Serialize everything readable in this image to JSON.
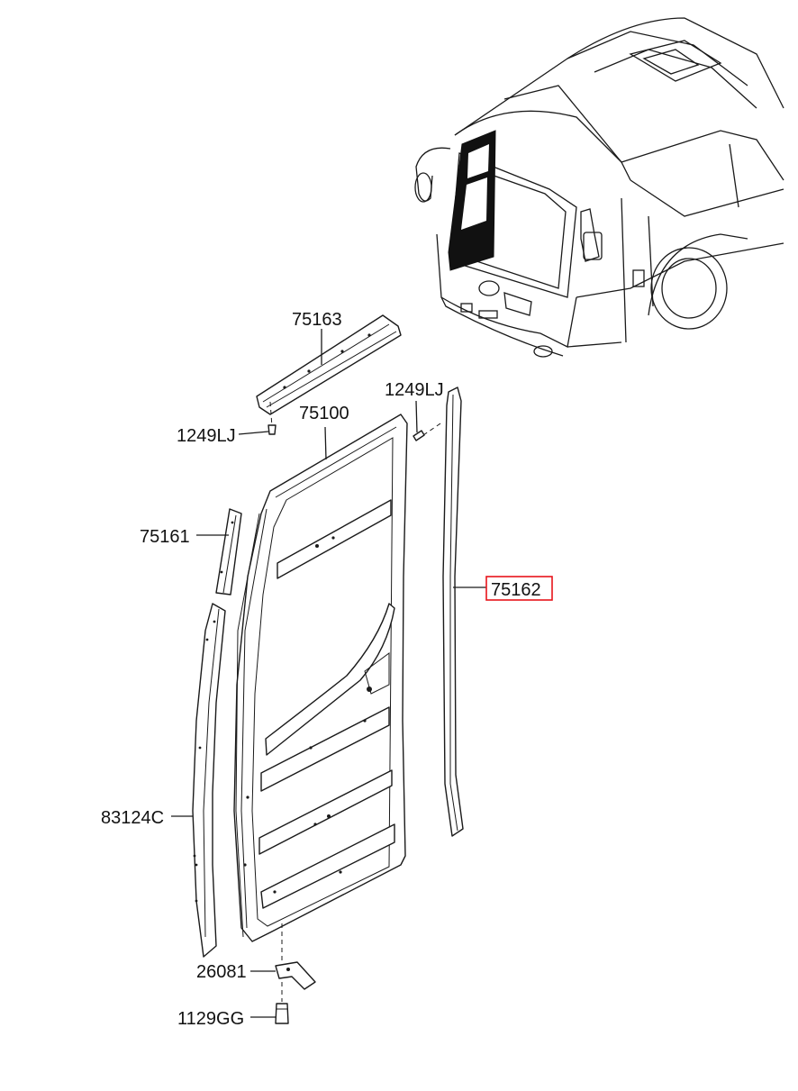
{
  "labels": {
    "p75163": "75163",
    "p1249lj_top": "1249LJ",
    "p1249lj_left": "1249LJ",
    "p75100": "75100",
    "p75161": "75161",
    "p75162": "75162",
    "p83124c": "83124C",
    "p26081": "26081",
    "p1129gg": "1129GG"
  },
  "highlight": {
    "part": "75162",
    "color": "#e8141b"
  }
}
